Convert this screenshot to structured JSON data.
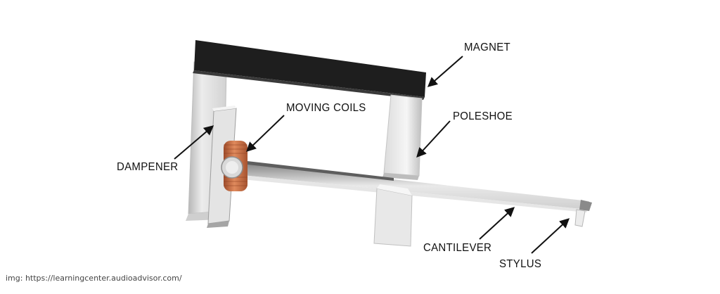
{
  "labels": {
    "magnet": "MAGNET",
    "moving_coils": "MOVING COILS",
    "poleshoe": "POLESHOE",
    "dampener": "DAMPENER",
    "cantilever": "CANTILEVER",
    "stylus": "STYLUS"
  },
  "credit": "img: https://learningcenter.audioadvisor.com/",
  "colors": {
    "magnet": "#1c1c1c",
    "metal_light": "#f2f2f2",
    "metal_mid": "#d6d6d6",
    "metal_dark": "#a9a9a9",
    "copper": "#c8693f",
    "arrow": "#111111"
  }
}
